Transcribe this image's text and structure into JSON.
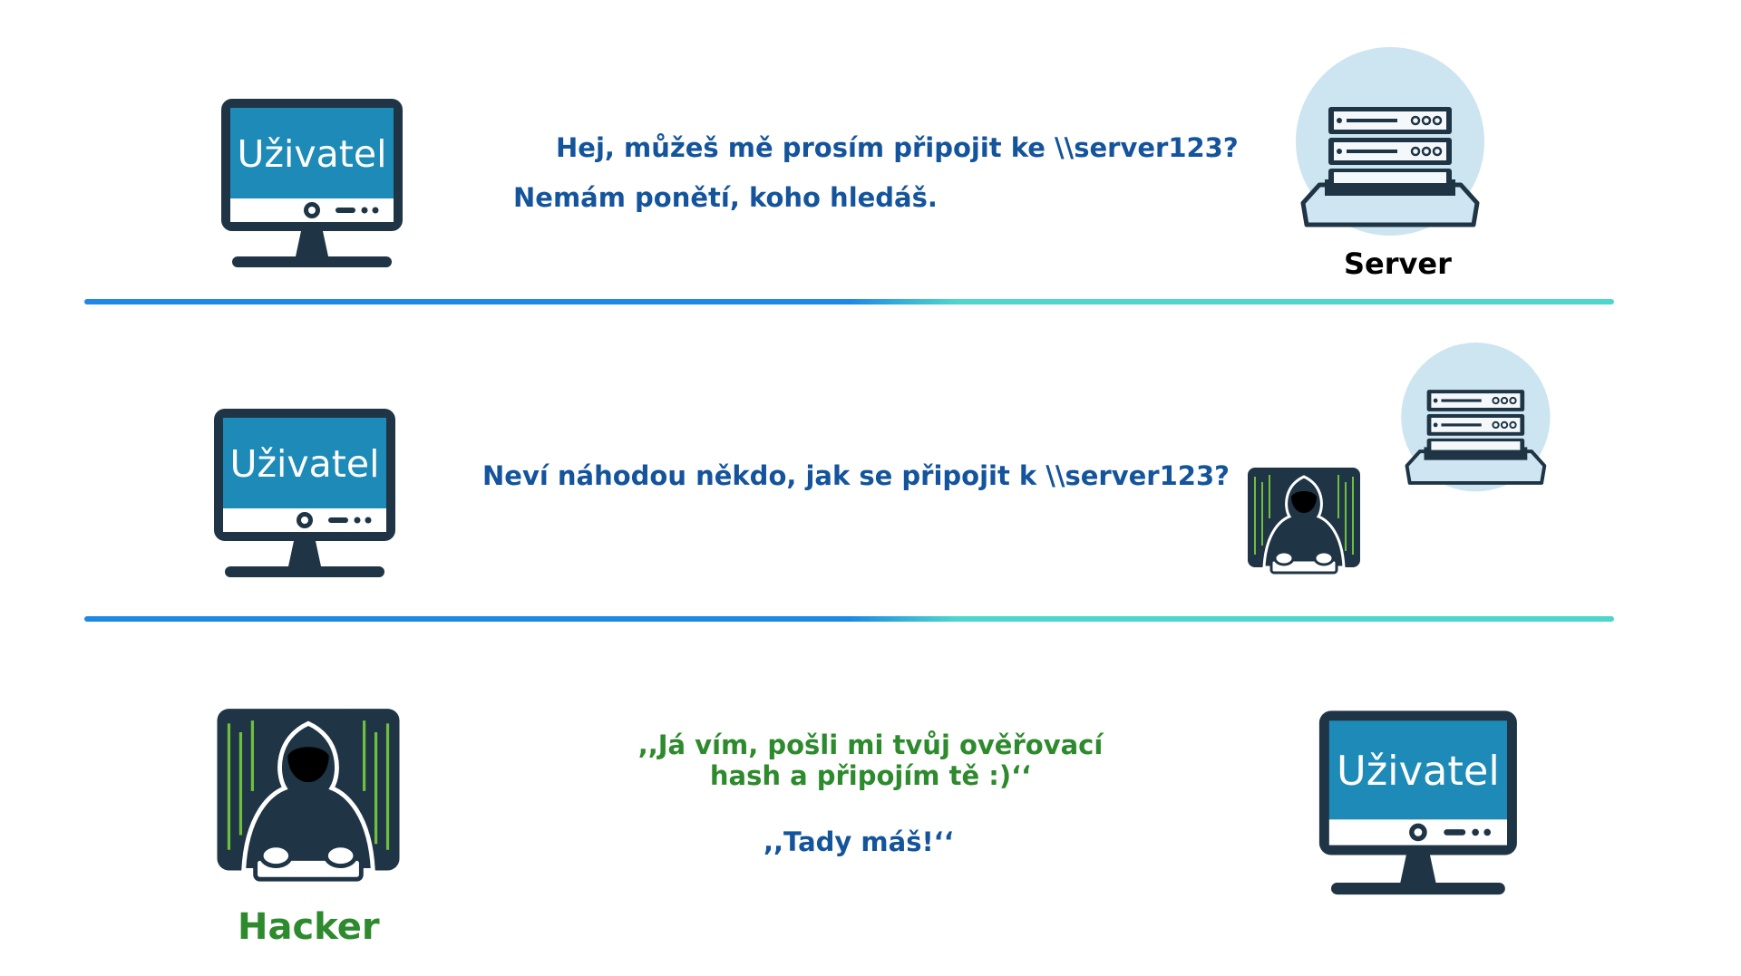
{
  "row1": {
    "monitor_label": "Uživatel",
    "question": "Hej, můžeš mě prosím připojit ke \\\\server123?",
    "answer": "Nemám ponětí, koho hledáš.",
    "server_caption": "Server"
  },
  "row2": {
    "monitor_label": "Uživatel",
    "question": "Neví náhodou někdo, jak se připojit k \\\\server123?"
  },
  "row3": {
    "hacker_caption": "Hacker",
    "hacker_reply": ",,Já vím, pošli mi tvůj ověřovací hash a připojím tě :)‘‘",
    "user_reply": ",,Tady máš!‘‘",
    "monitor_label": "Uživatel"
  },
  "colors": {
    "monitor_frame": "#1f3445",
    "monitor_screen": "#1d8ab8",
    "question_text": "#14549c",
    "hacker_text": "#2d8a2d",
    "server_circle": "#cde5f0",
    "divider_blue": "#1e88e5",
    "divider_teal": "#4dd6cc"
  },
  "icons": [
    "monitor-icon",
    "server-icon",
    "hacker-icon"
  ]
}
